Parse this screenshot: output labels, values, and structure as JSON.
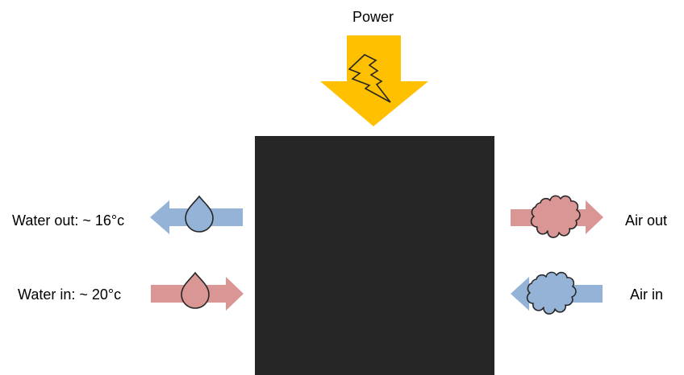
{
  "labels": {
    "power": "Power",
    "water_out": "Water out: ~ 16°c",
    "water_in": "Water in: ~ 20°c",
    "air_out": "Air out",
    "air_in": "Air in"
  },
  "colors": {
    "power_arrow": "#FFC000",
    "box": "#262626",
    "cold": "#95B3D7",
    "warm": "#DA9694",
    "outline": "#262626"
  },
  "icons": {
    "power": "lightning-bolt-icon",
    "water": "water-drop-icon",
    "air": "cloud-icon"
  }
}
